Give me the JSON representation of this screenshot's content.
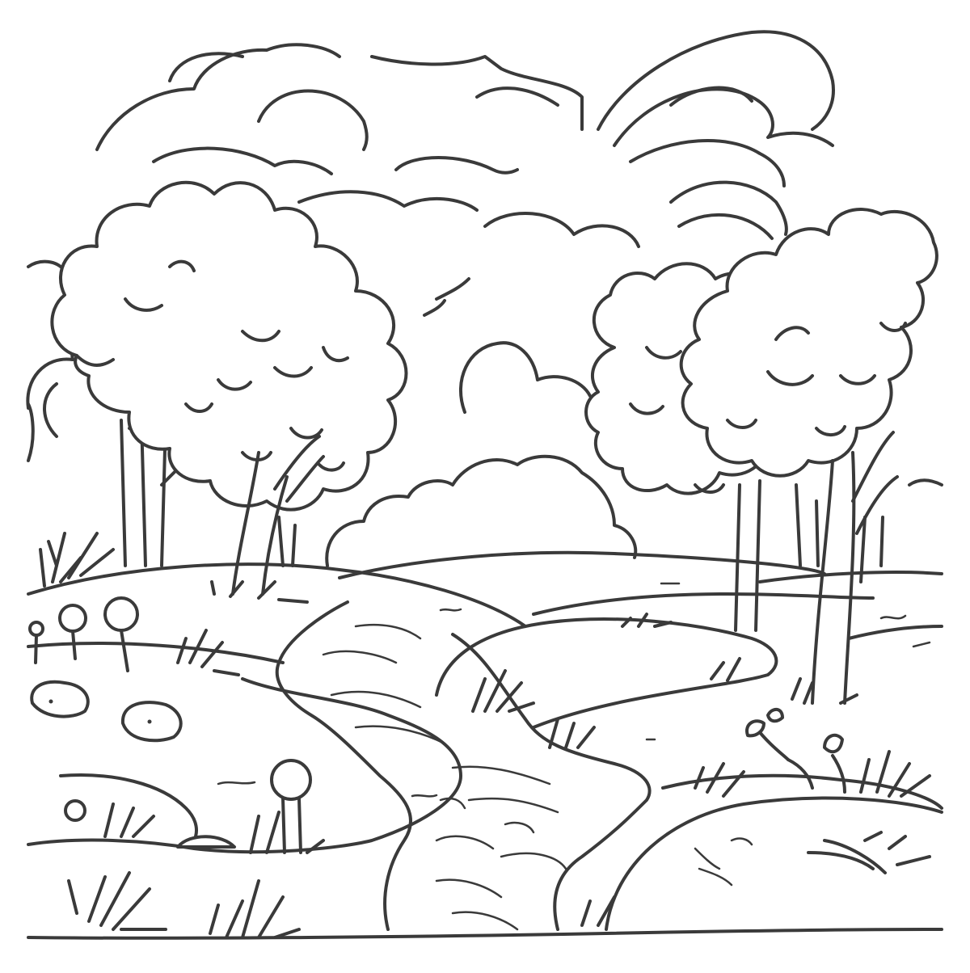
{
  "scene": {
    "kind": "coloring-page line art",
    "subject": "landscape",
    "line_color": "#3a3a3a",
    "background_color": "#ffffff",
    "elements": [
      "clouds",
      "trees",
      "hills",
      "winding-stream",
      "grass",
      "flowers",
      "stones",
      "sprouts"
    ]
  }
}
